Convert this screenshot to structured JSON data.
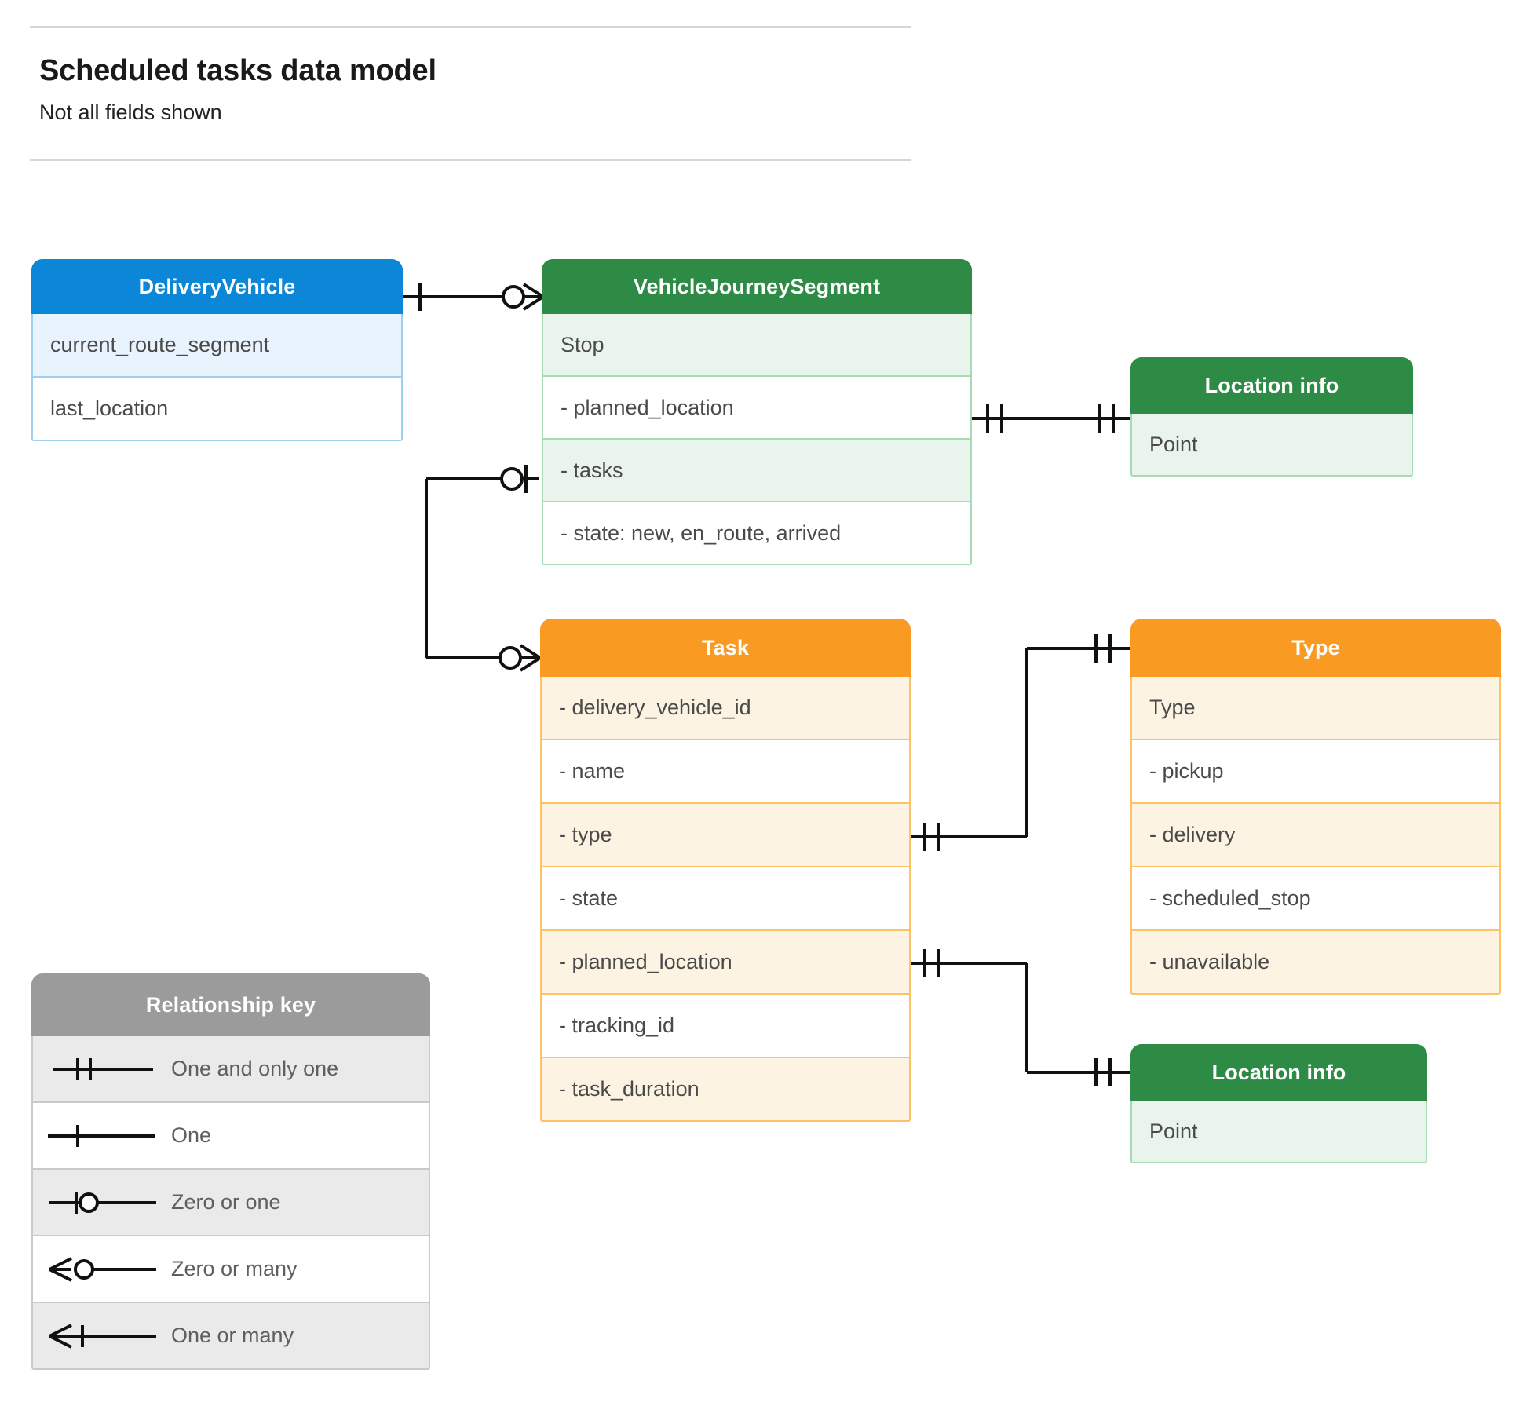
{
  "header": {
    "title": "Scheduled tasks data model",
    "subtitle": "Not all fields shown"
  },
  "entities": {
    "delivery_vehicle": {
      "name": "DeliveryVehicle",
      "color": "#0c86d6",
      "fields": [
        "current_route_segment",
        "last_location"
      ]
    },
    "vehicle_journey_segment": {
      "name": "VehicleJourneySegment",
      "color": "#2e8b46",
      "fields": [
        "Stop",
        "-  planned_location",
        "- tasks",
        "- state: new, en_route, arrived"
      ]
    },
    "location_info_top": {
      "name": "Location info",
      "color": "#2e8b46",
      "fields": [
        "Point"
      ]
    },
    "task": {
      "name": "Task",
      "color": "#f99b23",
      "fields": [
        "- delivery_vehicle_id",
        "- name",
        "- type",
        "- state",
        "- planned_location",
        "- tracking_id",
        "- task_duration"
      ]
    },
    "type": {
      "name": "Type",
      "color": "#f99b23",
      "fields": [
        "Type",
        "-   pickup",
        "-   delivery",
        "-   scheduled_stop",
        "-   unavailable"
      ]
    },
    "location_info_bottom": {
      "name": "Location info",
      "color": "#2e8b46",
      "fields": [
        "Point"
      ]
    }
  },
  "legend": {
    "title": "Relationship key",
    "items": [
      {
        "symbol": "one-and-only-one-icon",
        "label": "One and only one"
      },
      {
        "symbol": "one-icon",
        "label": "One"
      },
      {
        "symbol": "zero-or-one-icon",
        "label": "Zero or one"
      },
      {
        "symbol": "zero-or-many-icon",
        "label": "Zero or many"
      },
      {
        "symbol": "one-or-many-icon",
        "label": "One or many"
      }
    ]
  },
  "relationships": [
    {
      "from": "DeliveryVehicle",
      "from_cardinality": "One",
      "to": "VehicleJourneySegment",
      "to_cardinality": "Zero or many"
    },
    {
      "from": "VehicleJourneySegment.planned_location",
      "from_cardinality": "One and only one",
      "to": "Location info",
      "to_cardinality": "One and only one"
    },
    {
      "from": "VehicleJourneySegment.tasks",
      "from_cardinality": "Zero or one",
      "to": "Task",
      "to_cardinality": "Zero or many"
    },
    {
      "from": "Task.type",
      "from_cardinality": "One and only one",
      "to": "Type",
      "to_cardinality": "One and only one"
    },
    {
      "from": "Task.planned_location",
      "from_cardinality": "One and only one",
      "to": "Location info",
      "to_cardinality": "One and only one"
    }
  ]
}
